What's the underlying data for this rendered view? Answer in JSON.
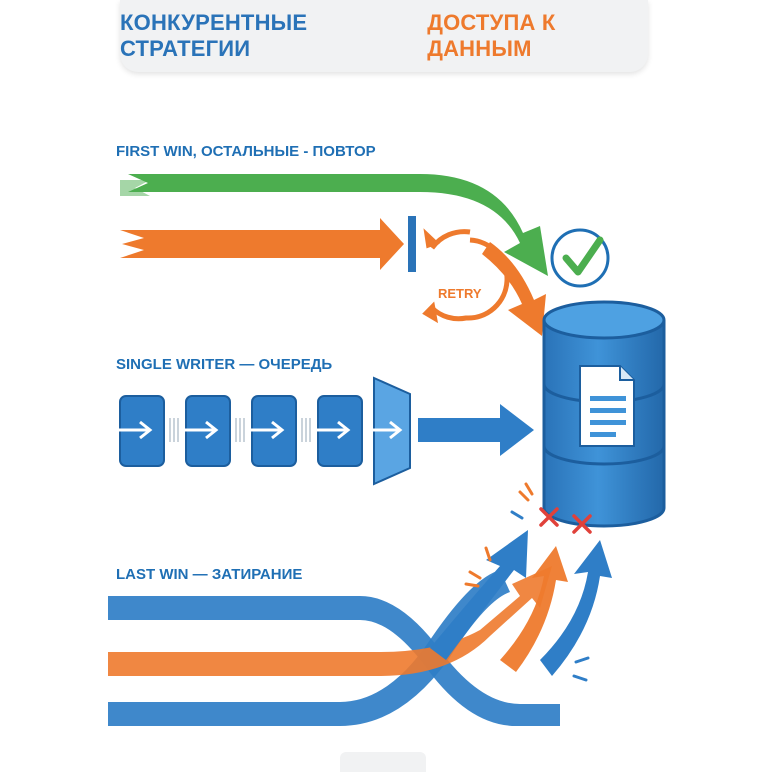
{
  "title": {
    "part1": "КОНКУРЕНТНЫЕ СТРАТЕГИИ",
    "part2": "ДОСТУПА К ДАННЫМ"
  },
  "sections": {
    "first_win": {
      "label": "FIRST WIN, ОСТАЛЬНЫЕ - ПОВТОР",
      "retry_label": "RETRY"
    },
    "single_writer": {
      "label": "SINGLE WRITER — ОЧЕРЕДЬ"
    },
    "last_win": {
      "label": "LAST WIN — ЗАТИРАНИЕ"
    }
  },
  "colors": {
    "blue": "#2f7ec7",
    "dark_blue": "#1f6fb4",
    "orange": "#ee7a2d",
    "green": "#4cae4f",
    "red": "#e0413a"
  },
  "icons": [
    "database-icon",
    "document-icon",
    "checkmark-icon",
    "retry-icon",
    "conflict-x-icon"
  ]
}
